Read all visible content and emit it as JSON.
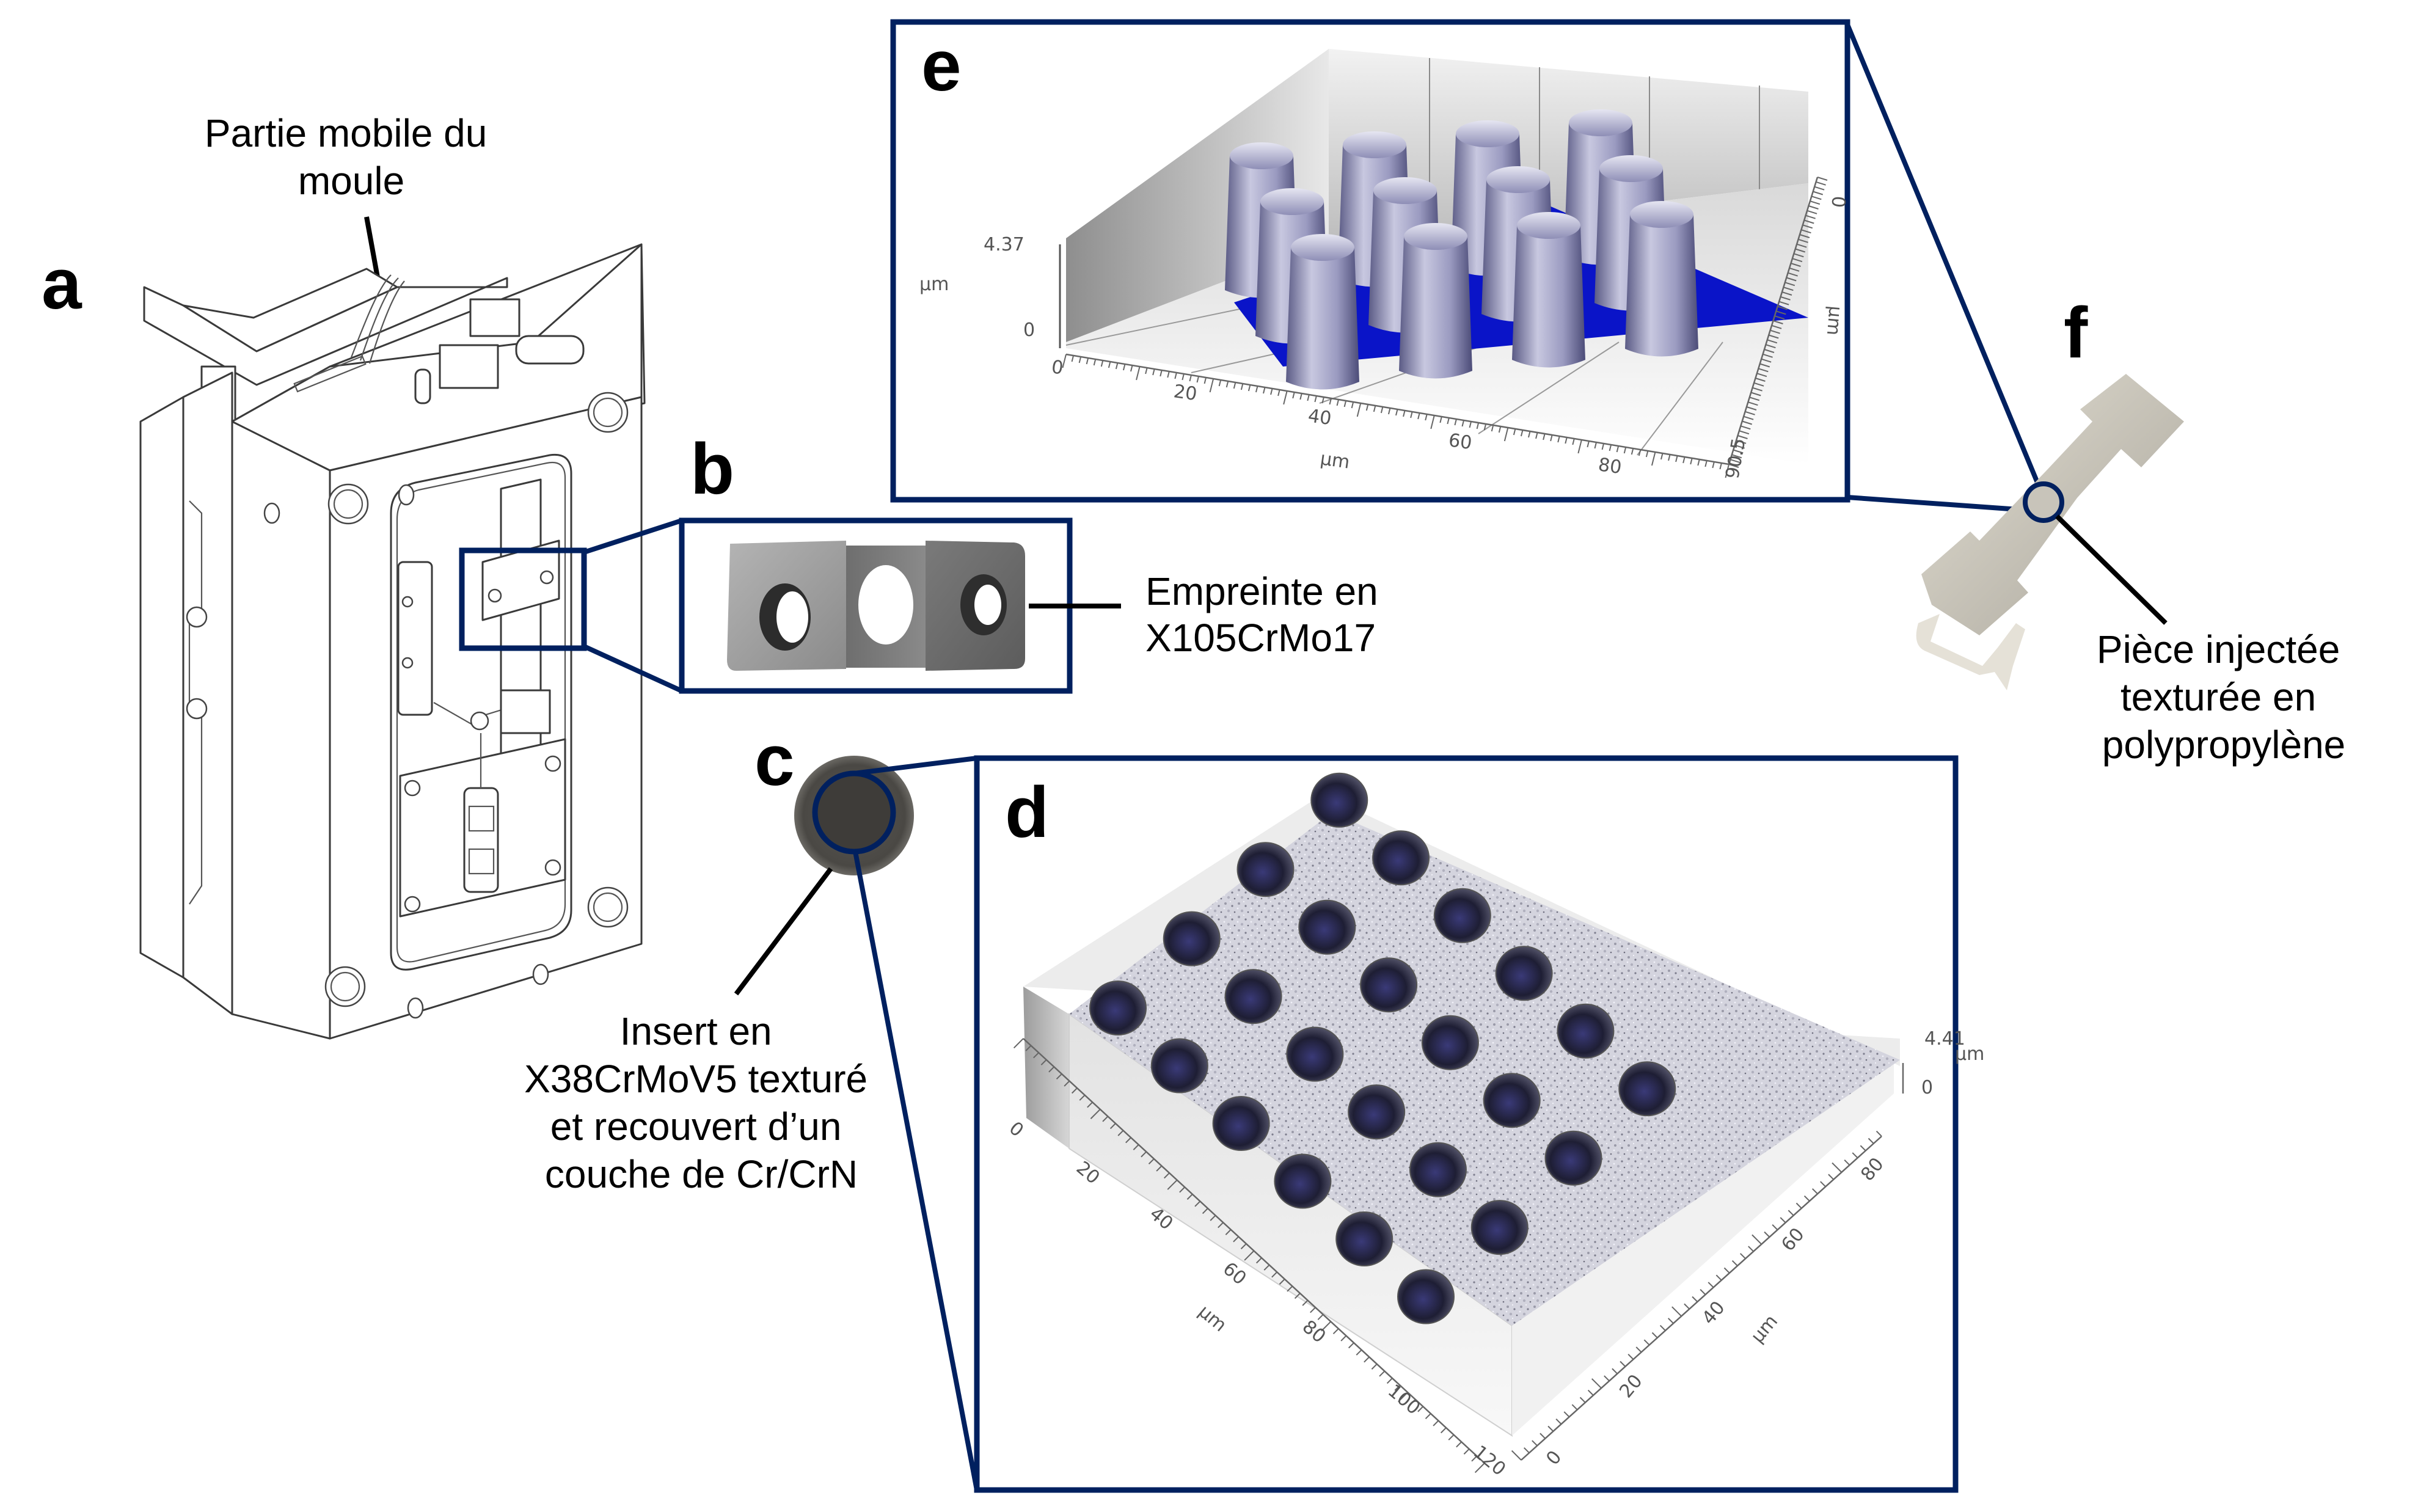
{
  "figure": {
    "panels": {
      "a": {
        "letter": "a",
        "caption_lines": [
          "Partie mobile du",
          "moule"
        ],
        "subject": "CAD drawing of mould moving half"
      },
      "b": {
        "letter": "b",
        "caption_lines": [
          "Empreinte en",
          "X105CrMo17"
        ],
        "subject": "photo of steel cavity plate with three holes"
      },
      "c": {
        "letter": "c",
        "caption_lines": [
          "Insert en",
          "X38CrMoV5 texturé",
          "et recouvert d’un",
          "couche de Cr/CrN"
        ],
        "subject": "photo of round insert"
      },
      "d": {
        "letter": "d",
        "subject": "3D profilometry of textured insert (holes)",
        "z_axis": {
          "max_label": "4.41",
          "min_label": "0",
          "unit": "µm"
        },
        "x_axis": {
          "ticks": [
            "0",
            "20",
            "40",
            "60",
            "80",
            "100",
            "120"
          ],
          "unit": "µm"
        },
        "y_axis": {
          "ticks": [
            "0",
            "20",
            "40",
            "60",
            "80"
          ],
          "unit": "µm"
        },
        "hole_rows": [
          1,
          2,
          3,
          4,
          4,
          4,
          3,
          2,
          1
        ],
        "hole_count": 24
      },
      "e": {
        "letter": "e",
        "subject": "3D profilometry of injected part (pillars)",
        "z_axis": {
          "max_label": "4.37",
          "min_label": "0",
          "unit": "µm"
        },
        "x_axis": {
          "ticks": [
            "0",
            "20",
            "40",
            "60",
            "80"
          ],
          "unit": "µm"
        },
        "y_axis": {
          "ticks": [
            "0",
            "90.5"
          ],
          "unit": "µm"
        },
        "pillar_grid": {
          "rows": 3,
          "cols": 4
        },
        "pillar_count": 12
      },
      "f": {
        "letter": "f",
        "caption_lines": [
          "Pièce injectée",
          "texturée en",
          "polypropylène"
        ],
        "subject": "photo of injected polypropylene part"
      }
    },
    "colors": {
      "frame": "#00205F",
      "leader": "#000000",
      "surface_blue": "#0A14C8",
      "pillar": "#8C8CB4",
      "insert_dark": "#4a4844",
      "part_beige": "#d8d4c8"
    }
  }
}
